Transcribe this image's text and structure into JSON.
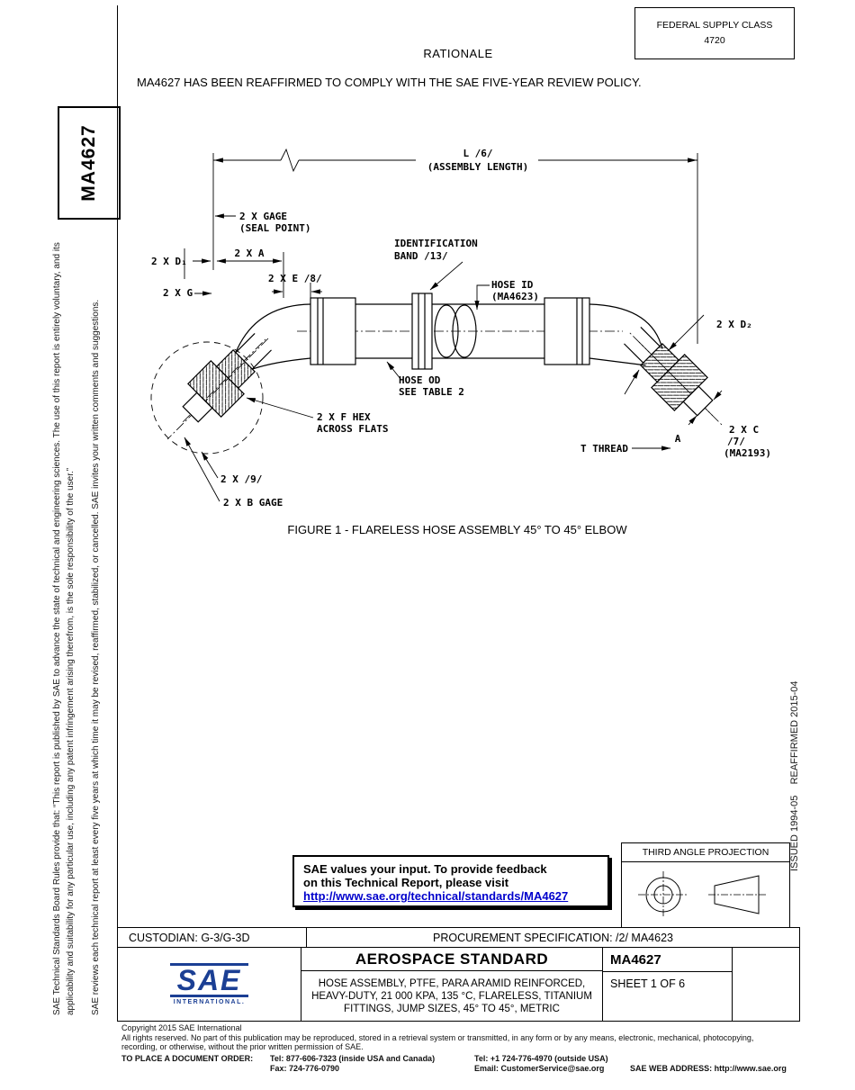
{
  "doc": {
    "side_label": "MA4627",
    "federal_supply_class_line1": "FEDERAL SUPPLY CLASS",
    "federal_supply_class_line2": "4720",
    "rationale_heading": "RATIONALE",
    "rationale_text": "MA4627 HAS BEEN REAFFIRMED TO COMPLY WITH THE SAE FIVE-YEAR REVIEW POLICY.",
    "left_margin_line1": "SAE Technical Standards Board Rules provide that: “This report is published by SAE to advance the state of technical and engineering sciences. The use of this report is entirely voluntary, and its applicability and suitability for any particular use, including any patent infringement arising therefrom, is the sole responsibility of the user.”",
    "left_margin_line2": "SAE reviews each technical report at least every five years at which time it may be revised, reaffirmed, stabilized, or cancelled. SAE invites your written comments and suggestions.",
    "right_margin_text": "ISSUED 1994-05    REAFFIRMED 2015-04"
  },
  "figure": {
    "caption": "FIGURE 1 - FLARELESS HOSE ASSEMBLY 45° TO 45° ELBOW",
    "labels": {
      "l1": "L /6/",
      "l2": "(ASSEMBLY LENGTH)",
      "gage1": "2 X GAGE",
      "gage2": "(SEAL POINT)",
      "d1": "2 X D₁",
      "a_dim": "2 X A",
      "g_dim": "2 X G",
      "e_dim": "2 X E /8/",
      "band1": "IDENTIFICATION",
      "band2": "BAND /13/",
      "hoseid1": "HOSE ID",
      "hoseid2": "(MA4623)",
      "hoseod1": "HOSE OD",
      "hoseod2": "SEE TABLE 2",
      "fhex1": "2 X F HEX",
      "fhex2": "ACROSS FLATS",
      "tthread": "T THREAD",
      "a_label": "A",
      "c1": "2 X C",
      "c2": "/7/",
      "c3": "(MA2193)",
      "d2": "2 X D₂",
      "nine": "2 X /9/",
      "bgage": "2 X B GAGE"
    }
  },
  "feedback": {
    "line1": "SAE values your input. To provide feedback",
    "line2": "on this Technical Report, please visit",
    "link": "http://www.sae.org/technical/standards/MA4627"
  },
  "projection": {
    "title": "THIRD ANGLE PROJECTION"
  },
  "footer": {
    "custodian": "CUSTODIAN: G-3/G-3D",
    "procurement": "PROCUREMENT SPECIFICATION: /2/ MA4623",
    "logo_text": "SAE",
    "logo_sub": "INTERNATIONAL.",
    "doc_type": "AEROSPACE STANDARD",
    "title_line1": "HOSE ASSEMBLY, PTFE, PARA ARAMID REINFORCED,",
    "title_line2": "HEAVY-DUTY, 21 000 KPA, 135 °C, FLARELESS, TITANIUM",
    "title_line3": "FITTINGS, JUMP SIZES, 45° TO 45°, METRIC",
    "doc_number": "MA4627",
    "sheet": "SHEET 1 OF 6"
  },
  "legal": {
    "copyright": "Copyright 2015 SAE International",
    "rights_1": "All rights reserved. No part of this publication may be reproduced, stored in a retrieval system or transmitted, in any form or by any means, electronic, mechanical, photocopying,",
    "rights_2": "recording, or otherwise, without the prior written permission of SAE.",
    "order_label": "TO PLACE A DOCUMENT ORDER:",
    "tel_inside": "Tel: 877-606-7323 (inside USA and Canada)",
    "tel_outside": "Tel: +1 724-776-4970 (outside USA)",
    "fax": "Fax: 724-776-0790",
    "email": "Email: CustomerService@sae.org",
    "web": "SAE WEB ADDRESS: http://www.sae.org"
  }
}
